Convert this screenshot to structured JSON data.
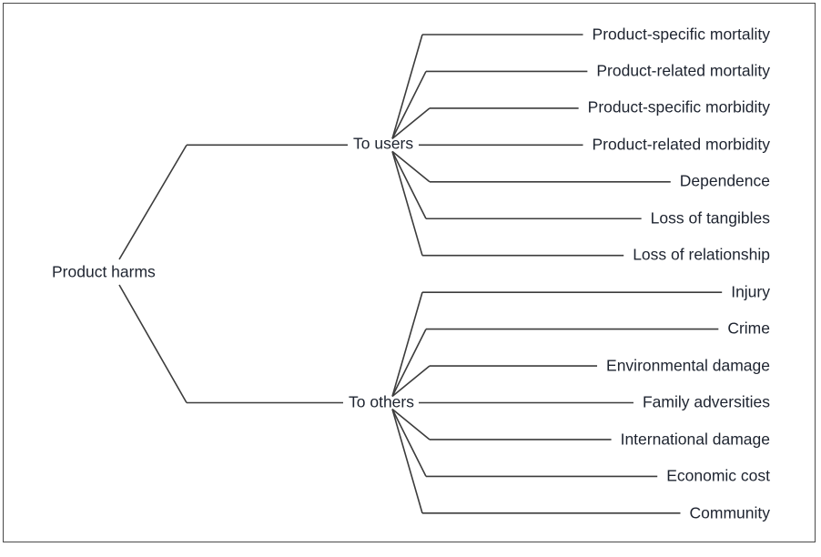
{
  "diagram": {
    "type": "tree",
    "root": {
      "label": "Product harms"
    },
    "branches": [
      {
        "label": "To users",
        "leaves": [
          {
            "label": "Product-specific mortality"
          },
          {
            "label": "Product-related mortality"
          },
          {
            "label": "Product-specific morbidity"
          },
          {
            "label": "Product-related morbidity"
          },
          {
            "label": "Dependence"
          },
          {
            "label": "Loss of tangibles"
          },
          {
            "label": "Loss of relationship"
          }
        ]
      },
      {
        "label": "To others",
        "leaves": [
          {
            "label": "Injury"
          },
          {
            "label": "Crime"
          },
          {
            "label": "Environmental damage"
          },
          {
            "label": "Family adversities"
          },
          {
            "label": "International damage"
          },
          {
            "label": "Economic cost"
          },
          {
            "label": "Community"
          }
        ]
      }
    ],
    "style": {
      "line_color": "#3c3c3c",
      "text_color": "#1e2430",
      "border_color": "#4a4a4a",
      "background": "#ffffff"
    }
  }
}
